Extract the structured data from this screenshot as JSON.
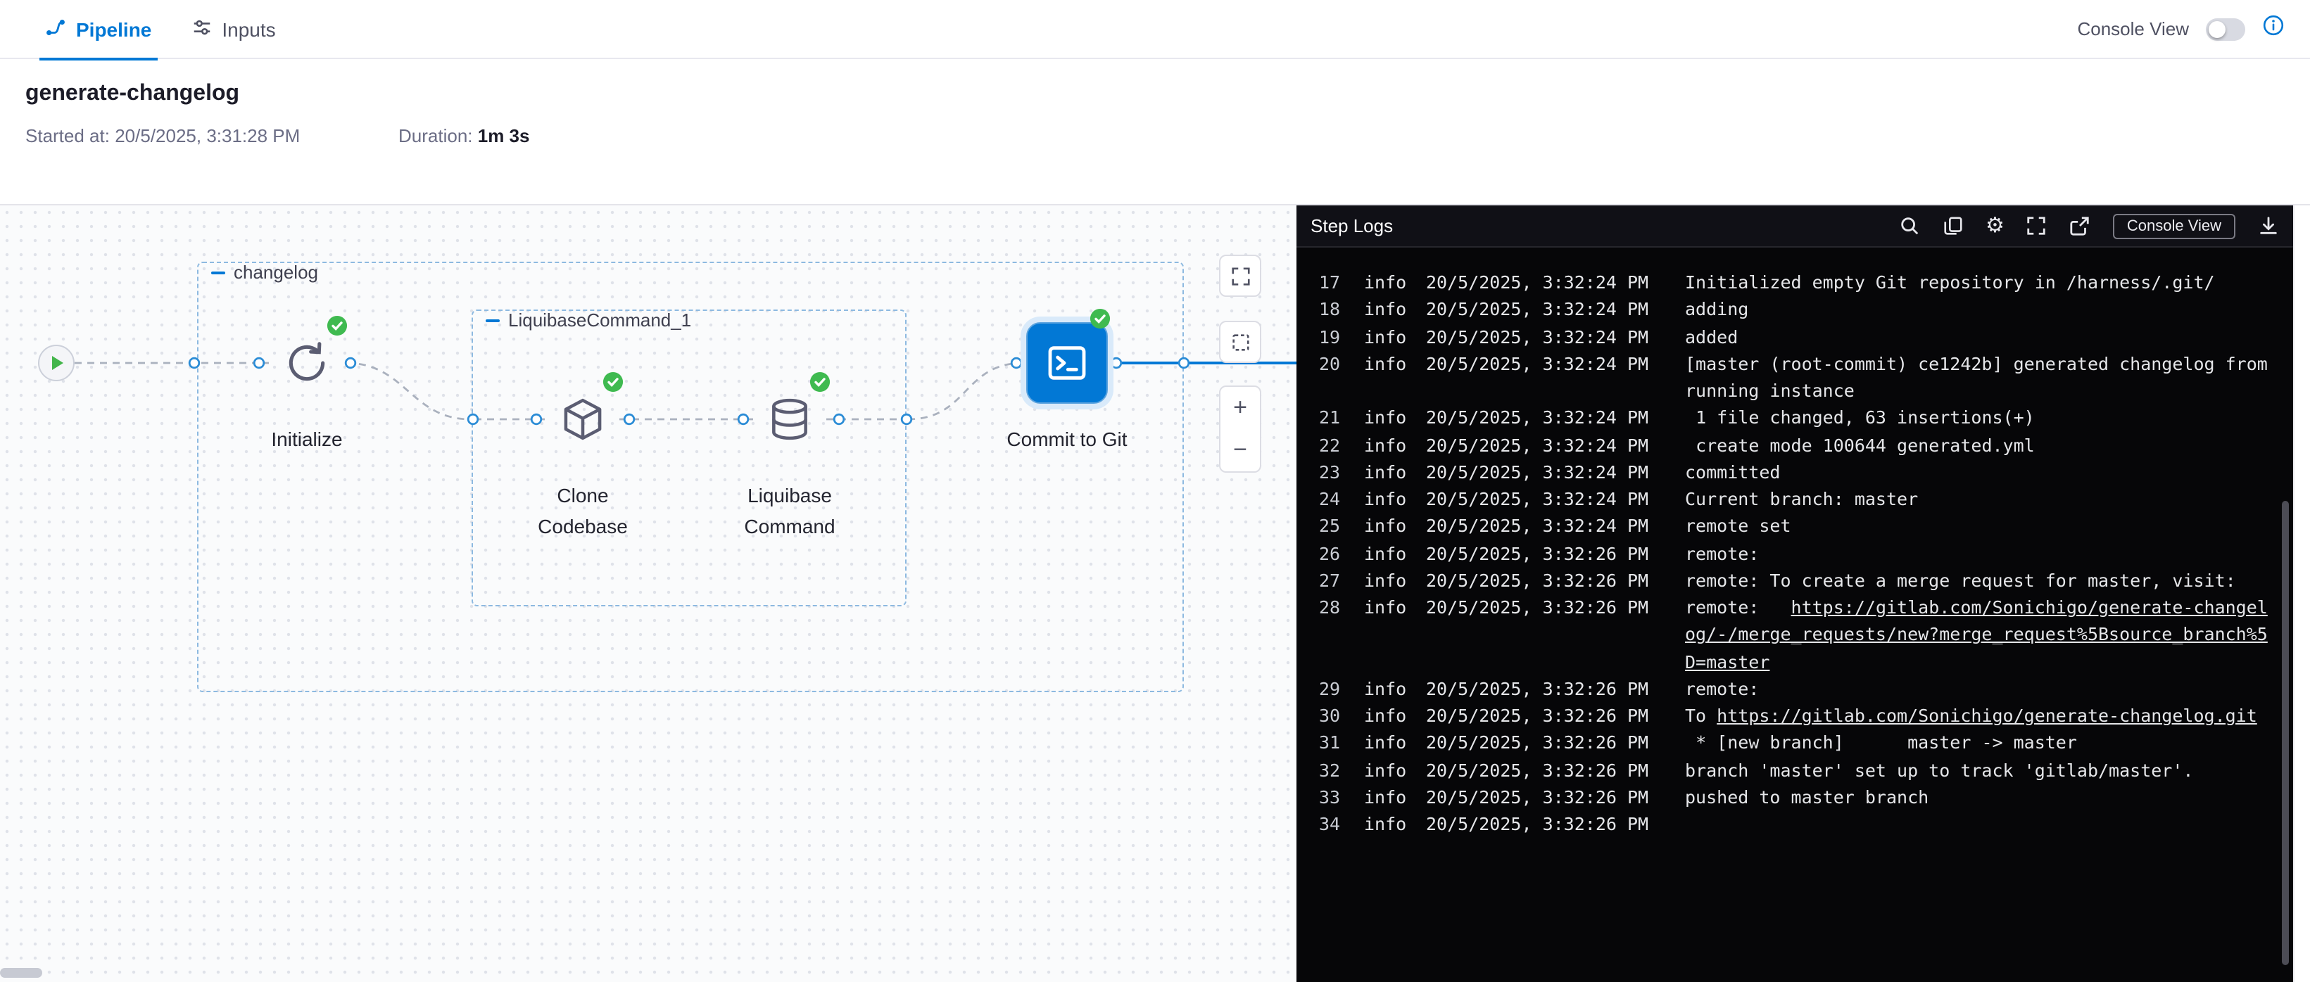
{
  "colors": {
    "accent": "#0278d5",
    "success": "#3fba50",
    "log_background": "#060608"
  },
  "topbar": {
    "tabs": [
      {
        "label": "Pipeline"
      },
      {
        "label": "Inputs"
      }
    ],
    "console_view_label": "Console View"
  },
  "run": {
    "name": "generate-changelog",
    "started_label": "Started at:",
    "started_value": "20/5/2025, 3:31:28 PM",
    "duration_label": "Duration:",
    "duration_value": "1m 3s"
  },
  "canvas": {
    "stage_label": "changelog",
    "step_group_label": "LiquibaseCommand_1",
    "steps": [
      {
        "label": "Initialize"
      },
      {
        "label": "Clone Codebase"
      },
      {
        "label": "Liquibase Command"
      },
      {
        "label": "Commit to Git"
      }
    ],
    "controls": {
      "zoom_in": "+",
      "zoom_out": "−"
    }
  },
  "logs": {
    "title": "Step Logs",
    "console_view_button": "Console View",
    "gear_glyph": "⚙",
    "entries": [
      {
        "num": "17",
        "level": "info",
        "time": "20/5/2025, 3:32:24 PM",
        "parts": [
          {
            "t": "Initialized empty Git repository in /harness/.git/"
          }
        ]
      },
      {
        "num": "18",
        "level": "info",
        "time": "20/5/2025, 3:32:24 PM",
        "parts": [
          {
            "t": "adding"
          }
        ]
      },
      {
        "num": "19",
        "level": "info",
        "time": "20/5/2025, 3:32:24 PM",
        "parts": [
          {
            "t": "added"
          }
        ]
      },
      {
        "num": "20",
        "level": "info",
        "time": "20/5/2025, 3:32:24 PM",
        "parts": [
          {
            "t": "[master (root-commit) ce1242b] generated changelog from running instance"
          }
        ]
      },
      {
        "num": "21",
        "level": "info",
        "time": "20/5/2025, 3:32:24 PM",
        "parts": [
          {
            "t": " 1 file changed, 63 insertions(+)"
          }
        ]
      },
      {
        "num": "22",
        "level": "info",
        "time": "20/5/2025, 3:32:24 PM",
        "parts": [
          {
            "t": " create mode 100644 generated.yml"
          }
        ]
      },
      {
        "num": "23",
        "level": "info",
        "time": "20/5/2025, 3:32:24 PM",
        "parts": [
          {
            "t": "committed"
          }
        ]
      },
      {
        "num": "24",
        "level": "info",
        "time": "20/5/2025, 3:32:24 PM",
        "parts": [
          {
            "t": "Current branch: master"
          }
        ]
      },
      {
        "num": "25",
        "level": "info",
        "time": "20/5/2025, 3:32:24 PM",
        "parts": [
          {
            "t": "remote set"
          }
        ]
      },
      {
        "num": "26",
        "level": "info",
        "time": "20/5/2025, 3:32:26 PM",
        "parts": [
          {
            "t": "remote:"
          }
        ]
      },
      {
        "num": "27",
        "level": "info",
        "time": "20/5/2025, 3:32:26 PM",
        "parts": [
          {
            "t": "remote: To create a merge request for master, visit:"
          }
        ]
      },
      {
        "num": "28",
        "level": "info",
        "time": "20/5/2025, 3:32:26 PM",
        "parts": [
          {
            "t": "remote:   "
          },
          {
            "t": "https://gitlab.com/Sonichigo/generate-changelog/-/merge_requests/new?merge_request%5Bsource_branch%5D=master",
            "link": true
          }
        ]
      },
      {
        "num": "29",
        "level": "info",
        "time": "20/5/2025, 3:32:26 PM",
        "parts": [
          {
            "t": "remote:"
          }
        ]
      },
      {
        "num": "30",
        "level": "info",
        "time": "20/5/2025, 3:32:26 PM",
        "parts": [
          {
            "t": "To "
          },
          {
            "t": "https://gitlab.com/Sonichigo/generate-changelog.git",
            "link": true
          }
        ]
      },
      {
        "num": "31",
        "level": "info",
        "time": "20/5/2025, 3:32:26 PM",
        "parts": [
          {
            "t": " * [new branch]      master -> master"
          }
        ]
      },
      {
        "num": "32",
        "level": "info",
        "time": "20/5/2025, 3:32:26 PM",
        "parts": [
          {
            "t": "branch 'master' set up to track 'gitlab/master'."
          }
        ]
      },
      {
        "num": "33",
        "level": "info",
        "time": "20/5/2025, 3:32:26 PM",
        "parts": [
          {
            "t": "pushed to master branch"
          }
        ]
      },
      {
        "num": "34",
        "level": "info",
        "time": "20/5/2025, 3:32:26 PM",
        "parts": [
          {
            "t": ""
          }
        ]
      }
    ]
  }
}
